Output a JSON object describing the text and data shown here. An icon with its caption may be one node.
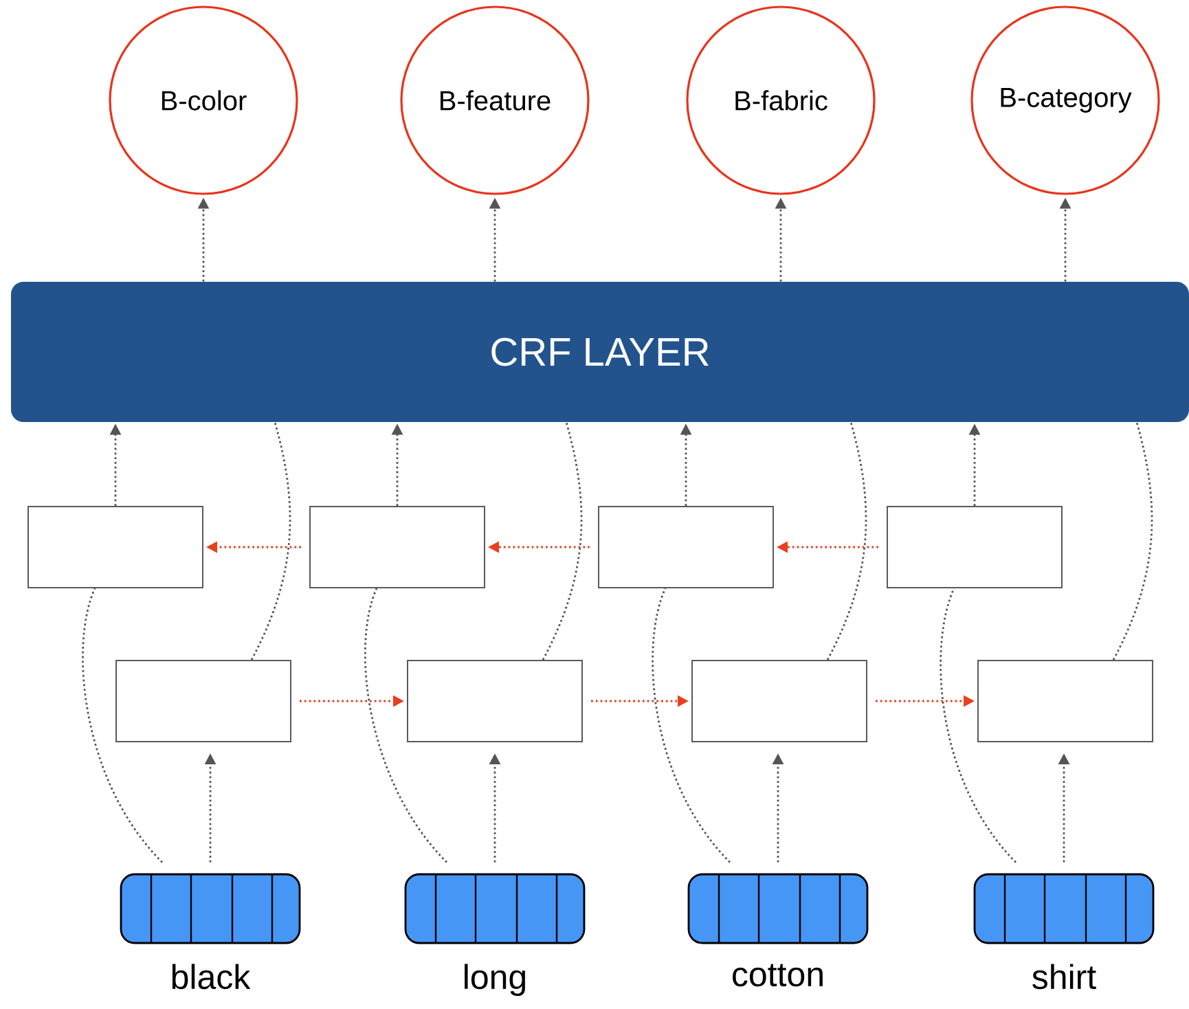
{
  "diagram": {
    "nodes": [
      {
        "text": [
          "B-color"
        ]
      },
      {
        "text": [
          "B-feature"
        ]
      },
      {
        "text": [
          "B-fabric"
        ]
      },
      {
        "text": [
          "B-category"
        ]
      },
      {
        "text": [
          "CRF LAYER"
        ]
      },
      {
        "text": [],
        "shape": "box"
      },
      {
        "text": [],
        "shape": "box"
      },
      {
        "text": [],
        "shape": "box"
      },
      {
        "text": [],
        "shape": "box"
      },
      {
        "text": [],
        "shape": "box"
      },
      {
        "text": [],
        "shape": "box"
      },
      {
        "text": [],
        "shape": "box"
      },
      {
        "text": [],
        "shape": "box"
      },
      {
        "text": [],
        "shape": "bar",
        "beside": [
          "black"
        ]
      },
      {
        "text": [],
        "shape": "bar",
        "beside": [
          "long"
        ]
      },
      {
        "text": [],
        "shape": "bar",
        "beside": [
          "cotton"
        ]
      },
      {
        "text": [],
        "shape": "bar",
        "beside": [
          "shirt"
        ]
      }
    ],
    "edges": [
      {
        "from": 4,
        "to": 0,
        "arrow": "to"
      },
      {
        "from": 4,
        "to": 1,
        "arrow": "to"
      },
      {
        "from": 4,
        "to": 2,
        "arrow": "to"
      },
      {
        "from": 4,
        "to": 3,
        "arrow": "to"
      },
      {
        "from": 5,
        "to": 4,
        "arrow": "to"
      },
      {
        "from": 6,
        "to": 4,
        "arrow": "to"
      },
      {
        "from": 7,
        "to": 4,
        "arrow": "to"
      },
      {
        "from": 8,
        "to": 4,
        "arrow": "to"
      },
      {
        "from": 9,
        "to": 4,
        "arrow": "none"
      },
      {
        "from": 10,
        "to": 4,
        "arrow": "none"
      },
      {
        "from": 11,
        "to": 4,
        "arrow": "none"
      },
      {
        "from": 12,
        "to": 4,
        "arrow": "none"
      },
      {
        "from": 13,
        "to": 9,
        "arrow": "to"
      },
      {
        "from": 14,
        "to": 10,
        "arrow": "to"
      },
      {
        "from": 15,
        "to": 11,
        "arrow": "to"
      },
      {
        "from": 16,
        "to": 12,
        "arrow": "to"
      },
      {
        "from": 13,
        "to": 5,
        "arrow": "none"
      },
      {
        "from": 14,
        "to": 6,
        "arrow": "none"
      },
      {
        "from": 15,
        "to": 7,
        "arrow": "none"
      },
      {
        "from": 16,
        "to": 8,
        "arrow": "none"
      },
      {
        "from": 6,
        "to": 5,
        "arrow": "to",
        "color": "#e8401f"
      },
      {
        "from": 7,
        "to": 6,
        "arrow": "to",
        "color": "#e8401f"
      },
      {
        "from": 8,
        "to": 7,
        "arrow": "to",
        "color": "#e8401f"
      },
      {
        "from": 9,
        "to": 10,
        "arrow": "to",
        "color": "#e8401f"
      },
      {
        "from": 10,
        "to": 11,
        "arrow": "to",
        "color": "#e8401f"
      },
      {
        "from": 11,
        "to": 12,
        "arrow": "to",
        "color": "#e8401f"
      }
    ]
  }
}
